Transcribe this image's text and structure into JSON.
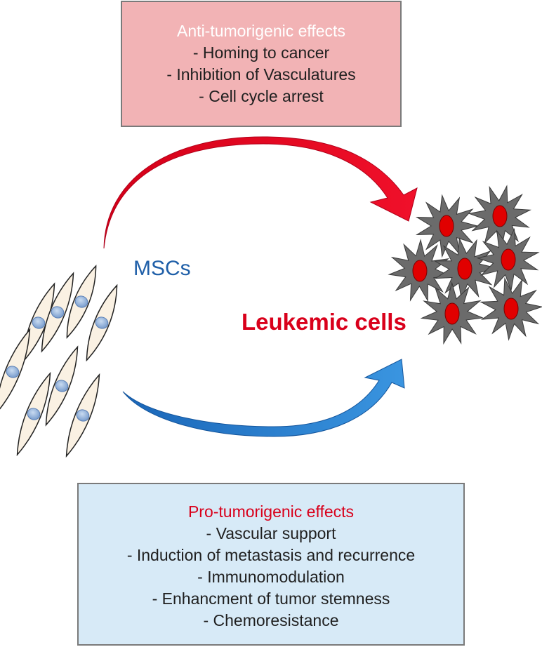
{
  "anti_box": {
    "title": "Anti-tumorigenic effects",
    "items": [
      "- Homing to cancer",
      "- Inhibition of Vasculatures",
      "- Cell cycle arrest"
    ]
  },
  "pro_box": {
    "title": "Pro-tumorigenic effects",
    "items": [
      "- Vascular support",
      "- Induction of metastasis and recurrence",
      "- Immunomodulation",
      "- Enhancment of tumor stemness",
      "- Chemoresistance"
    ]
  },
  "labels": {
    "mscs": "MSCs",
    "leukemic": "Leukemic cells"
  },
  "colors": {
    "anti_arrow": "#e4001e",
    "pro_arrow": "#1f78c8",
    "anti_box_fill": "#f2b3b5",
    "pro_box_fill": "#d7eaf7",
    "leukemic_cell_body": "#6b6b6b",
    "leukemic_cell_nucleus": "#e10000",
    "msc_nucleus": "#7b9fd0"
  }
}
